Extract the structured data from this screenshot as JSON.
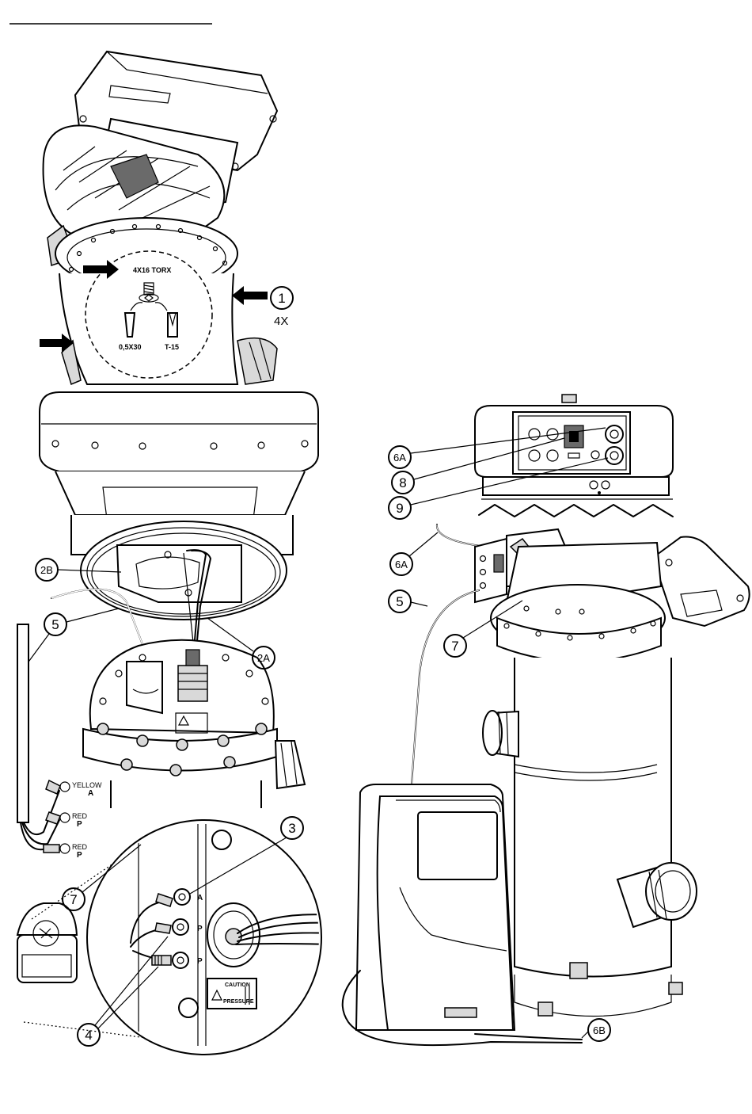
{
  "callouts": {
    "c1": "1",
    "c2a": "2A",
    "c2b": "2B",
    "c3": "3",
    "c4": "4",
    "c5_left": "5",
    "c5_right": "5",
    "c6a_top": "6A",
    "c6a_mid": "6A",
    "c6b": "6B",
    "c7_left": "7",
    "c7_right": "7",
    "c8": "8",
    "c9": "9"
  },
  "step1": {
    "quantity": "4X",
    "screw_spec": "4X16 TORX",
    "tool_left": "0,5X30",
    "tool_right": "T-15"
  },
  "wires": [
    {
      "color": "YELLOW",
      "terminal": "A"
    },
    {
      "color": "RED",
      "terminal": "P"
    },
    {
      "color": "RED",
      "terminal": "P"
    }
  ],
  "detail": {
    "terminal_labels": [
      "A",
      "P",
      "P"
    ],
    "caution_title": "CAUTION",
    "caution_sub": "PRESSURE"
  }
}
